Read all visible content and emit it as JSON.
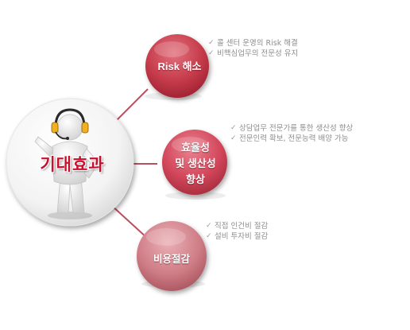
{
  "center": {
    "title": "기대효과"
  },
  "nodes": [
    {
      "label_lines": [
        "Risk 해소"
      ],
      "bullets": [
        "콜 센터 운영의 Risk 해결",
        "비핵심업무의 전문성 유지"
      ]
    },
    {
      "label_lines": [
        "효율성",
        "및 생산성",
        "향상"
      ],
      "bullets": [
        "상담업무 전문가를 통한 생산성 향상",
        "전문인력 확보, 전문능력 배양 가능"
      ]
    },
    {
      "label_lines": [
        "비용절감"
      ],
      "bullets": [
        "직접 인건비 절감",
        "설비 투자비 절감"
      ]
    }
  ],
  "bullet_icon": "check-mark-icon",
  "colors": {
    "connector": "#b85062",
    "node1": "#c53a4a",
    "node2": "#d2465a",
    "node3": "#cf7d86",
    "title": "#c8102e",
    "bullet_text": "#8d8d8d"
  }
}
